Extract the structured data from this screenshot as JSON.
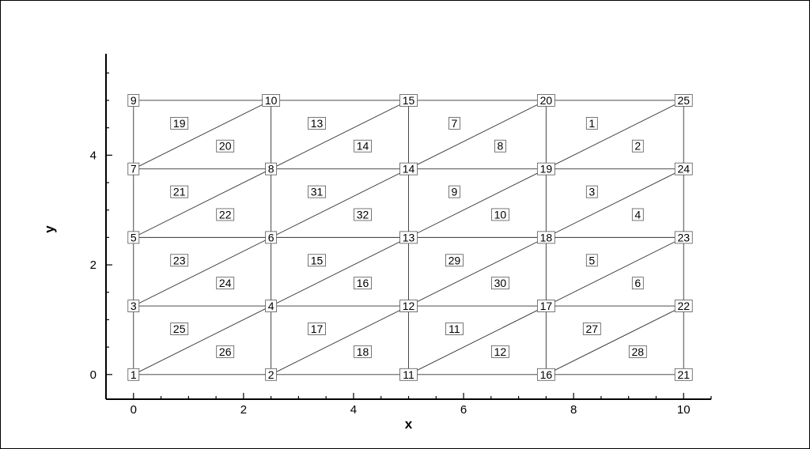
{
  "chart_data": {
    "type": "mesh",
    "xlabel": "x",
    "ylabel": "y",
    "xlim": [
      -0.5,
      10.5
    ],
    "ylim": [
      -0.45,
      5.85
    ],
    "x_ticks": [
      0,
      2,
      4,
      6,
      8,
      10
    ],
    "y_ticks": [
      0,
      2,
      4
    ],
    "x_minor_step": 0.5,
    "y_minor_step": 0.5,
    "nodes": [
      {
        "id": "1",
        "x": 0,
        "y": 0
      },
      {
        "id": "2",
        "x": 2.5,
        "y": 0
      },
      {
        "id": "3",
        "x": 0,
        "y": 1.25
      },
      {
        "id": "4",
        "x": 2.5,
        "y": 1.25
      },
      {
        "id": "5",
        "x": 0,
        "y": 2.5
      },
      {
        "id": "6",
        "x": 2.5,
        "y": 2.5
      },
      {
        "id": "7",
        "x": 0,
        "y": 3.75
      },
      {
        "id": "8",
        "x": 2.5,
        "y": 3.75
      },
      {
        "id": "9",
        "x": 0,
        "y": 5
      },
      {
        "id": "10",
        "x": 2.5,
        "y": 5
      },
      {
        "id": "11",
        "x": 5,
        "y": 0
      },
      {
        "id": "12",
        "x": 5,
        "y": 1.25
      },
      {
        "id": "13",
        "x": 5,
        "y": 2.5
      },
      {
        "id": "14",
        "x": 5,
        "y": 3.75
      },
      {
        "id": "15",
        "x": 5,
        "y": 5
      },
      {
        "id": "16",
        "x": 7.5,
        "y": 0
      },
      {
        "id": "17",
        "x": 7.5,
        "y": 1.25
      },
      {
        "id": "18",
        "x": 7.5,
        "y": 2.5
      },
      {
        "id": "19",
        "x": 7.5,
        "y": 3.75
      },
      {
        "id": "20",
        "x": 7.5,
        "y": 5
      },
      {
        "id": "21",
        "x": 10,
        "y": 0
      },
      {
        "id": "22",
        "x": 10,
        "y": 1.25
      },
      {
        "id": "23",
        "x": 10,
        "y": 2.5
      },
      {
        "id": "24",
        "x": 10,
        "y": 3.75
      },
      {
        "id": "25",
        "x": 10,
        "y": 5
      }
    ],
    "edges": [
      [
        "1",
        "11"
      ],
      [
        "11",
        "21"
      ],
      [
        "3",
        "22"
      ],
      [
        "5",
        "23"
      ],
      [
        "7",
        "24"
      ],
      [
        "9",
        "25"
      ],
      [
        "9",
        "1"
      ],
      [
        "10",
        "2"
      ],
      [
        "15",
        "11"
      ],
      [
        "20",
        "16"
      ],
      [
        "25",
        "21"
      ],
      [
        "1",
        "4"
      ],
      [
        "3",
        "6"
      ],
      [
        "5",
        "8"
      ],
      [
        "7",
        "10"
      ],
      [
        "2",
        "12"
      ],
      [
        "4",
        "13"
      ],
      [
        "6",
        "14"
      ],
      [
        "8",
        "15"
      ],
      [
        "11",
        "17"
      ],
      [
        "12",
        "18"
      ],
      [
        "13",
        "19"
      ],
      [
        "14",
        "20"
      ],
      [
        "16",
        "22"
      ],
      [
        "17",
        "23"
      ],
      [
        "18",
        "24"
      ],
      [
        "19",
        "25"
      ]
    ],
    "elements": [
      {
        "id": "19",
        "x": 0.833,
        "y": 4.583
      },
      {
        "id": "20",
        "x": 1.667,
        "y": 4.167
      },
      {
        "id": "21",
        "x": 0.833,
        "y": 3.333
      },
      {
        "id": "22",
        "x": 1.667,
        "y": 2.917
      },
      {
        "id": "23",
        "x": 0.833,
        "y": 2.083
      },
      {
        "id": "24",
        "x": 1.667,
        "y": 1.667
      },
      {
        "id": "25",
        "x": 0.833,
        "y": 0.833
      },
      {
        "id": "26",
        "x": 1.667,
        "y": 0.417
      },
      {
        "id": "13",
        "x": 3.333,
        "y": 4.583
      },
      {
        "id": "14",
        "x": 4.167,
        "y": 4.167
      },
      {
        "id": "31",
        "x": 3.333,
        "y": 3.333
      },
      {
        "id": "32",
        "x": 4.167,
        "y": 2.917
      },
      {
        "id": "15",
        "x": 3.333,
        "y": 2.083
      },
      {
        "id": "16",
        "x": 4.167,
        "y": 1.667
      },
      {
        "id": "17",
        "x": 3.333,
        "y": 0.833
      },
      {
        "id": "18",
        "x": 4.167,
        "y": 0.417
      },
      {
        "id": "7",
        "x": 5.833,
        "y": 4.583
      },
      {
        "id": "8",
        "x": 6.667,
        "y": 4.167
      },
      {
        "id": "9",
        "x": 5.833,
        "y": 3.333
      },
      {
        "id": "10",
        "x": 6.667,
        "y": 2.917
      },
      {
        "id": "29",
        "x": 5.833,
        "y": 2.083
      },
      {
        "id": "30",
        "x": 6.667,
        "y": 1.667
      },
      {
        "id": "11",
        "x": 5.833,
        "y": 0.833
      },
      {
        "id": "12",
        "x": 6.667,
        "y": 0.417
      },
      {
        "id": "1",
        "x": 8.333,
        "y": 4.583
      },
      {
        "id": "2",
        "x": 9.167,
        "y": 4.167
      },
      {
        "id": "3",
        "x": 8.333,
        "y": 3.333
      },
      {
        "id": "4",
        "x": 9.167,
        "y": 2.917
      },
      {
        "id": "5",
        "x": 8.333,
        "y": 2.083
      },
      {
        "id": "6",
        "x": 9.167,
        "y": 1.667
      },
      {
        "id": "27",
        "x": 8.333,
        "y": 0.833
      },
      {
        "id": "28",
        "x": 9.167,
        "y": 0.417
      }
    ]
  }
}
